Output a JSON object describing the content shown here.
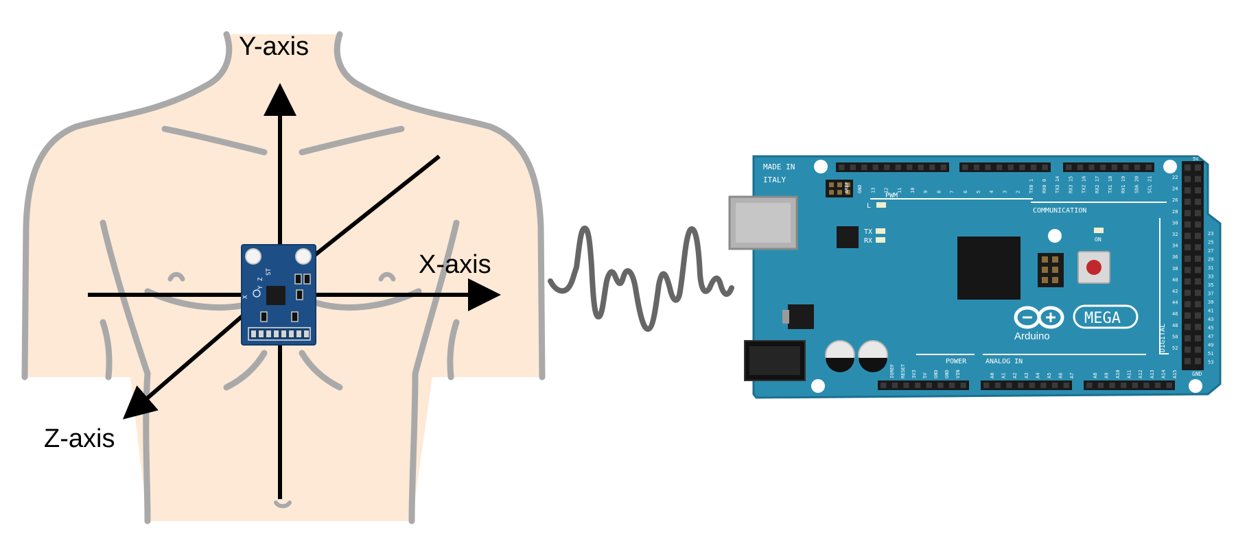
{
  "axes": {
    "y_label": "Y-axis",
    "x_label": "X-axis",
    "z_label": "Z-axis"
  },
  "sensor": {
    "pin_labels": [
      "X",
      "Y",
      "Z",
      "ST"
    ]
  },
  "board": {
    "made_in": "MADE IN",
    "italy": "ITALY",
    "pwm": "PWM",
    "led_l": "L",
    "tx": "TX",
    "rx": "RX",
    "on": "ON",
    "communication": "COMMUNICATION",
    "power": "POWER",
    "analog_in": "ANALOG IN",
    "digital": "DIGITAL",
    "brand": "Arduino",
    "model": "MEGA",
    "gnd": "GND",
    "top_header_labels": [
      "AREF",
      "GND",
      "13",
      "12",
      "11",
      "10",
      "9",
      "8",
      "7",
      "6",
      "5",
      "4",
      "3",
      "2",
      "TX0 1",
      "RX0 0",
      "TX3 14",
      "RX3 15",
      "TX2 16",
      "RX2 17",
      "TX1 18",
      "RX1 19",
      "SDA 20",
      "SCL 21"
    ],
    "power_pin_labels": [
      "IOREF",
      "RESET",
      "3V3",
      "5V",
      "GND",
      "GND",
      "VIN"
    ],
    "analog_pin_labels": [
      "A0",
      "A1",
      "A2",
      "A3",
      "A4",
      "A5",
      "A6",
      "A7",
      "A8",
      "A9",
      "A10",
      "A11",
      "A12",
      "A13",
      "A14",
      "A15"
    ],
    "digital_left_labels": [
      "22",
      "24",
      "26",
      "28",
      "30",
      "32",
      "34",
      "36",
      "38",
      "40",
      "42",
      "44",
      "46",
      "48",
      "50",
      "52"
    ],
    "digital_right_labels": [
      "23",
      "25",
      "27",
      "29",
      "31",
      "33",
      "35",
      "37",
      "39",
      "41",
      "43",
      "45",
      "47",
      "49",
      "51",
      "53"
    ]
  },
  "colors": {
    "skin": "#fde9d6",
    "outline": "#a9a9a9",
    "board_blue": "#2a8db0",
    "sensor_blue": "#1d4f86",
    "header_black": "#1a1a1a",
    "reset_red": "#c0282e"
  }
}
